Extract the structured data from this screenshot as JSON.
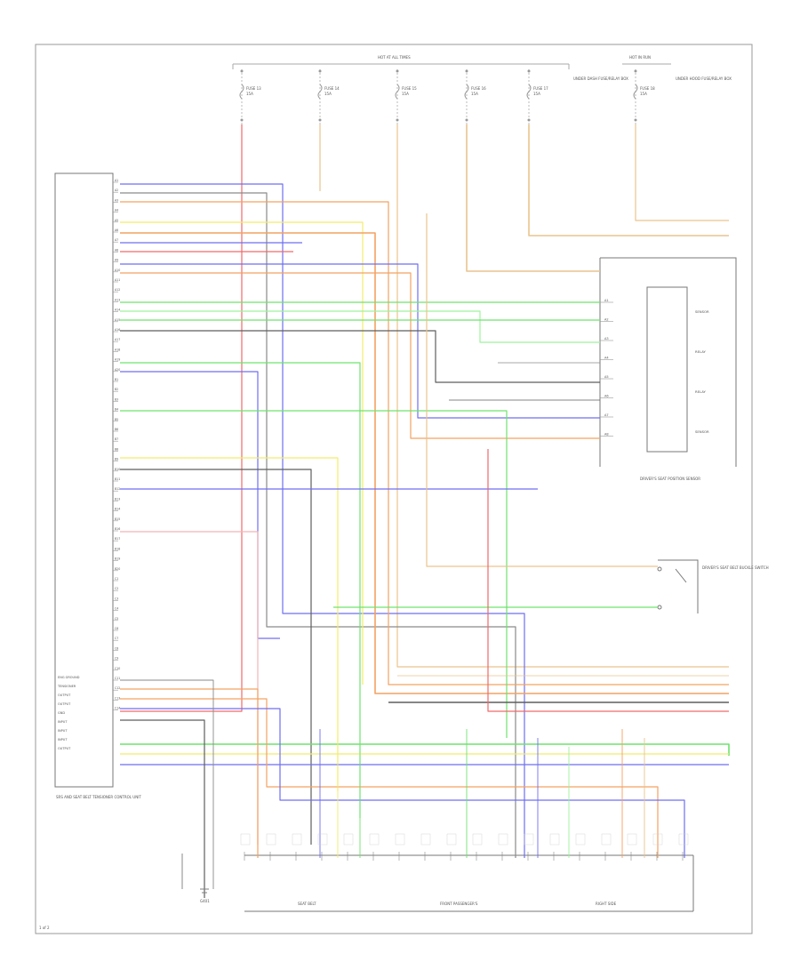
{
  "power_sources": [
    {
      "label": "HOT AT ALL TIMES",
      "left_index": 0
    },
    {
      "label": "HOT IN RUN",
      "left_index": 5
    }
  ],
  "fuses": [
    {
      "name": "FUSE 13",
      "amps": "15A"
    },
    {
      "name": "FUSE 14",
      "amps": "15A"
    },
    {
      "name": "FUSE 15",
      "amps": "15A"
    },
    {
      "name": "FUSE 16",
      "amps": "15A"
    },
    {
      "name": "FUSE 17",
      "amps": "15A"
    },
    {
      "name": "FUSE 18",
      "amps": "15A"
    }
  ],
  "fuse_boxes": [
    {
      "label": "UNDER DASH FUSE/RELAY BOX"
    },
    {
      "label": "UNDER HOOD FUSE/RELAY BOX"
    }
  ],
  "main_module": {
    "label": "SRS AND SEAT BELT TENSIONER CONTROL UNIT",
    "pins": [
      "A1",
      "A2",
      "A3",
      "A4",
      "A5",
      "A6",
      "A7",
      "A8",
      "A9",
      "A10",
      "A11",
      "A12",
      "A13",
      "A14",
      "A15",
      "A16",
      "A17",
      "A18",
      "A19",
      "A20",
      "B1",
      "B2",
      "B3",
      "B4",
      "B5",
      "B6",
      "B7",
      "B8",
      "B9",
      "B10",
      "B11",
      "B12",
      "B13",
      "B14",
      "B15",
      "B16",
      "B17",
      "B18",
      "B19",
      "B20",
      "C1",
      "C2",
      "C3",
      "C4",
      "C5",
      "C6",
      "C7",
      "C8",
      "C9",
      "C10",
      "C11",
      "C12",
      "C13",
      "C14"
    ],
    "bottom_labels": [
      "ENG GROUND",
      "TENSIONER",
      "OUTPUT",
      "OUTPUT",
      "GND",
      "INPUT",
      "INPUT",
      "INPUT",
      "OUTPUT"
    ]
  },
  "right_module": {
    "label": "DRIVER'S SEAT POSITION SENSOR",
    "pins": [
      "A1",
      "A2",
      "A3",
      "A4",
      "A5",
      "A6",
      "A7",
      "A8"
    ],
    "inner_labels": [
      "SENSOR",
      "RELAY",
      "RELAY",
      "SENSOR"
    ]
  },
  "switch": {
    "label": "DRIVER'S SEAT BELT BUCKLE SWITCH"
  },
  "bottom_connectors": [
    {
      "label": "SEAT BELT"
    },
    {
      "label": "FRONT PASSENGER'S"
    },
    {
      "label": "RIGHT SIDE"
    }
  ],
  "ground_label": "G401",
  "footer": "1 of 2",
  "wire_colors": {
    "blue": "#6f6ff2",
    "gray": "#8a8a8a",
    "orange": "#f3a262",
    "red": "#f06a6a",
    "yellow": "#f2ec6a",
    "green": "#6ee36e",
    "lightgreen": "#9df29d",
    "tan": "#e9c48d",
    "darkgray": "#5e5e5e",
    "pink": "#f4b3b3",
    "black": "#7d7d7d"
  }
}
